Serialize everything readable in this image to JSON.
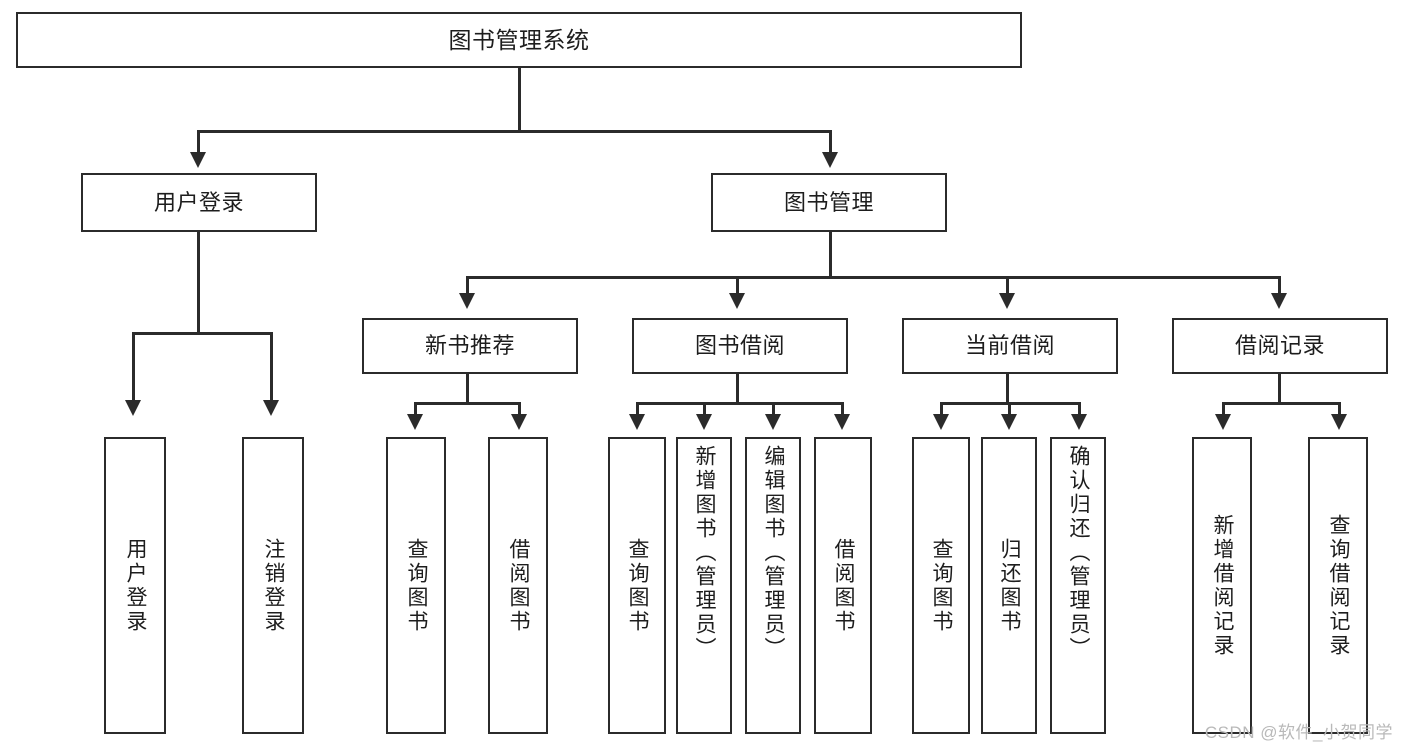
{
  "diagram": {
    "title": "图书管理系统",
    "type": "tree-diagram",
    "root": {
      "id": "root",
      "label": "图书管理系统"
    },
    "level2": [
      {
        "id": "user-login",
        "label": "用户登录"
      },
      {
        "id": "book-manage",
        "label": "图书管理"
      }
    ],
    "level3": [
      {
        "id": "new-book-rec",
        "label": "新书推荐"
      },
      {
        "id": "book-borrow",
        "label": "图书借阅"
      },
      {
        "id": "current-borrow",
        "label": "当前借阅"
      },
      {
        "id": "borrow-record",
        "label": "借阅记录"
      }
    ],
    "leaves": {
      "user_login": [
        {
          "id": "leaf-user-login",
          "label": "用户登录"
        },
        {
          "id": "leaf-logout-login",
          "label": "注销登录"
        }
      ],
      "new_book_rec": [
        {
          "id": "leaf-query-book-1",
          "label": "查询图书"
        },
        {
          "id": "leaf-borrow-book-1",
          "label": "借阅图书"
        }
      ],
      "book_borrow": [
        {
          "id": "leaf-query-book-2",
          "label": "查询图书"
        },
        {
          "id": "leaf-add-book",
          "label": "新增图书（管理员）"
        },
        {
          "id": "leaf-edit-book",
          "label": "编辑图书（管理员）"
        },
        {
          "id": "leaf-borrow-book-2",
          "label": "借阅图书"
        }
      ],
      "current_borrow": [
        {
          "id": "leaf-query-book-3",
          "label": "查询图书"
        },
        {
          "id": "leaf-return-book",
          "label": "归还图书"
        },
        {
          "id": "leaf-confirm-return",
          "label": "确认归还（管理员）"
        }
      ],
      "borrow_record": [
        {
          "id": "leaf-add-record",
          "label": "新增借阅记录"
        },
        {
          "id": "leaf-query-record",
          "label": "查询借阅记录"
        }
      ]
    }
  },
  "watermark": {
    "text": "CSDN @软件_小贺同学"
  },
  "colors": {
    "stroke": "#2b2b2b",
    "fill": "#ffffff",
    "text": "#1d1d1d",
    "watermark": "#b9b9b9"
  }
}
